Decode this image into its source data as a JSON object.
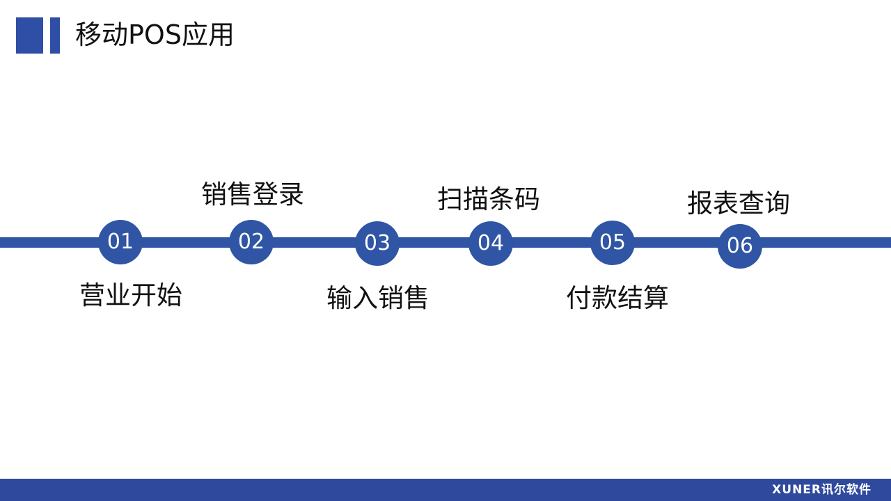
{
  "header": {
    "title": "移动POS应用"
  },
  "steps": [
    {
      "number": "01",
      "label": "营业开始"
    },
    {
      "number": "02",
      "label": "销售登录"
    },
    {
      "number": "03",
      "label": "输入销售"
    },
    {
      "number": "04",
      "label": "扫描条码"
    },
    {
      "number": "05",
      "label": "付款结算"
    },
    {
      "number": "06",
      "label": "报表查询"
    }
  ],
  "footer": {
    "brand": "XUNER讯尔软件"
  },
  "colors": {
    "accent": "#2f55a4",
    "footer": "#2f4a9c"
  }
}
